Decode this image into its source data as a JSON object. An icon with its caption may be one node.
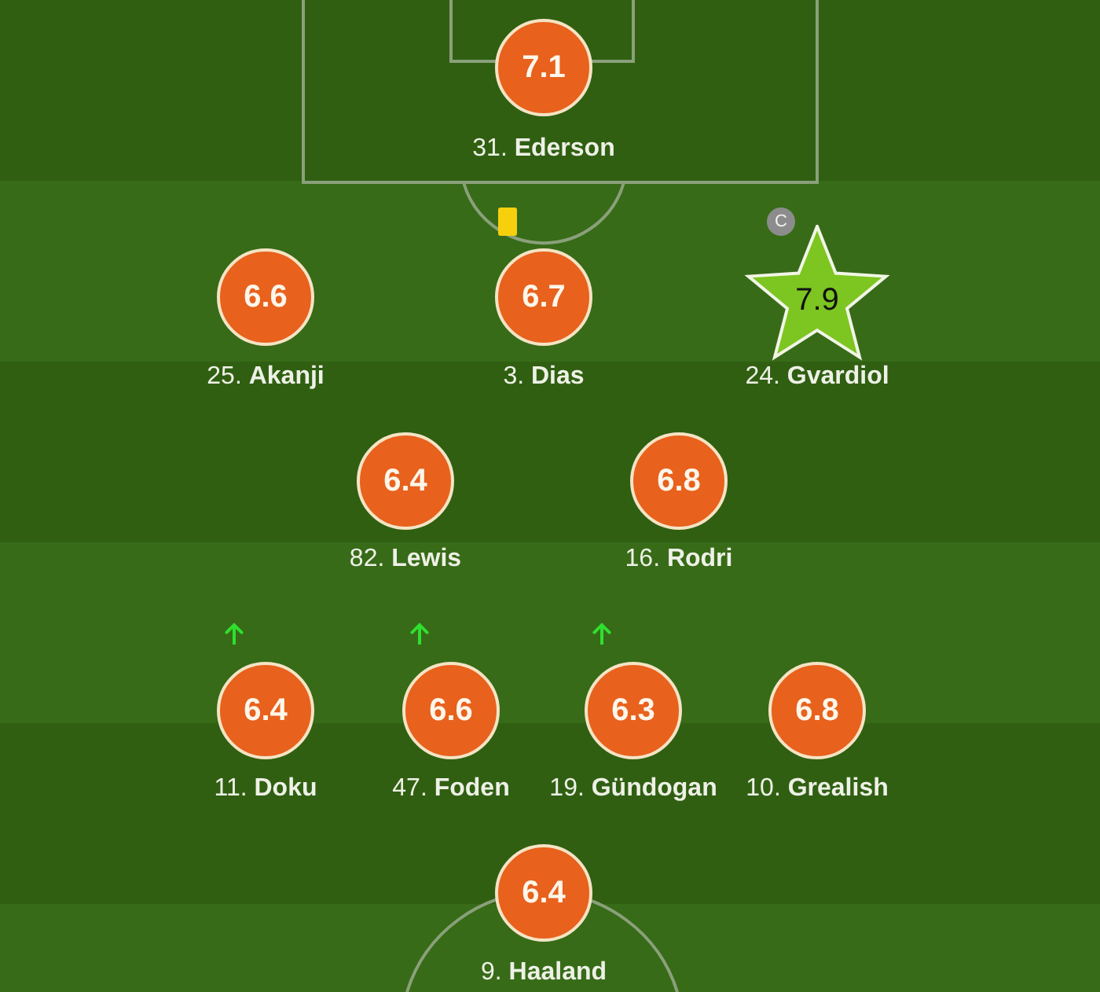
{
  "diagram": {
    "nodes": [
      {
        "text": [
          "7.1"
        ],
        "beside": [
          "31. **Ederson**"
        ]
      },
      {
        "text": [
          "6.6"
        ],
        "beside": [
          "25. **Akanji**"
        ]
      },
      {
        "text": [
          "6.7"
        ],
        "beside": [
          "3. **Dias**"
        ]
      },
      {
        "text": [
          "7.9"
        ],
        "beside": [
          "24. **Gvardiol**",
          "C"
        ]
      },
      {
        "text": [
          "6.4"
        ],
        "beside": [
          "82. **Lewis**"
        ]
      },
      {
        "text": [
          "6.8"
        ],
        "beside": [
          "16. **Rodri**"
        ]
      },
      {
        "text": [
          "6.4"
        ],
        "beside": [
          "11. **Doku**"
        ]
      },
      {
        "text": [
          "6.6"
        ],
        "beside": [
          "47. **Foden**"
        ]
      },
      {
        "text": [
          "6.3"
        ],
        "beside": [
          "19. **Gündogan**"
        ]
      },
      {
        "text": [
          "6.8"
        ],
        "beside": [
          "10. **Grealish**"
        ]
      },
      {
        "text": [
          "6.4"
        ],
        "beside": [
          "9. **Haaland**"
        ]
      }
    ]
  }
}
